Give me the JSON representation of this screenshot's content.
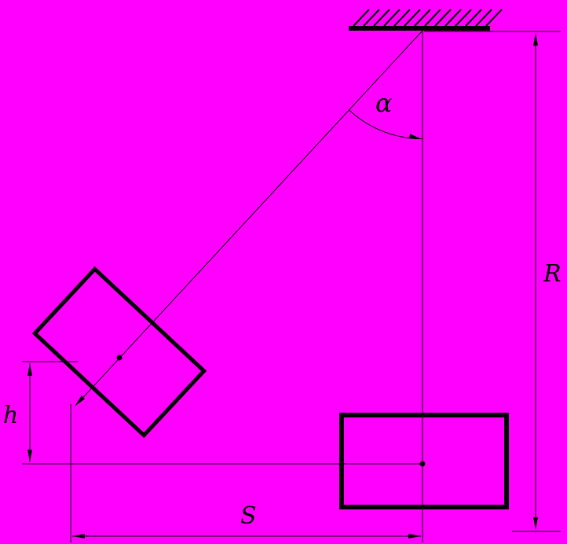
{
  "colors": {
    "background": "#ff00ff",
    "line": "#000000"
  },
  "labels": {
    "alpha": "α",
    "R": "R",
    "h": "h",
    "S": "S"
  }
}
